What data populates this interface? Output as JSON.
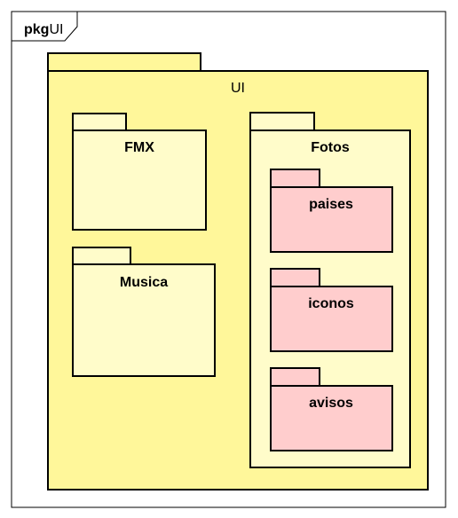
{
  "frame": {
    "keyword": "pkg",
    "name": "UI"
  },
  "packages": {
    "ui": {
      "label": "UI"
    },
    "fmx": {
      "label": "FMX"
    },
    "musica": {
      "label": "Musica"
    },
    "fotos": {
      "label": "Fotos"
    },
    "paises": {
      "label": "paises"
    },
    "iconos": {
      "label": "iconos"
    },
    "avisos": {
      "label": "avisos"
    }
  },
  "colors": {
    "ui_package": "#FFF79A",
    "light_package": "#FFFCCA",
    "pink_package": "#FFCDCD",
    "stroke": "#000000"
  }
}
